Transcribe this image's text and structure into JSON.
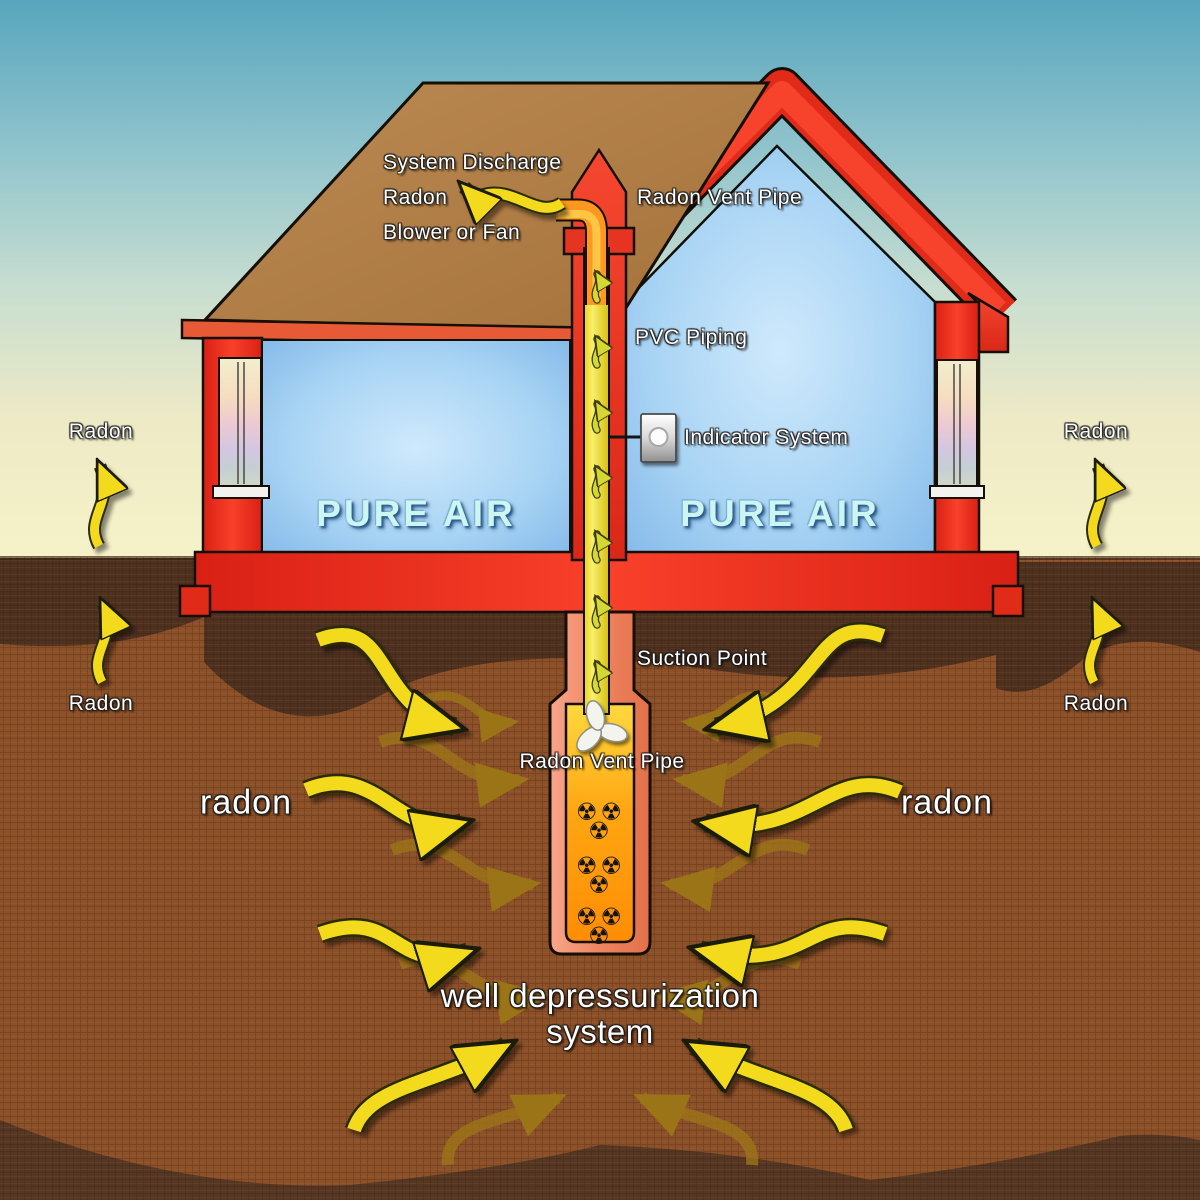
{
  "labels": {
    "system_discharge": "System Discharge",
    "radon_discharge": "Radon",
    "blower_or_fan": "Blower or Fan",
    "radon_vent_pipe_roof": "Radon Vent Pipe",
    "pvc_piping": "PVC Piping",
    "indicator_system": "Indicator System",
    "pure_air_left": "PURE AIR",
    "pure_air_right": "PURE AIR",
    "radon_outdoor_left": "Radon",
    "radon_outdoor_right": "Radon",
    "radon_ground_left": "Radon",
    "radon_ground_right": "Radon",
    "suction_point": "Suction Point",
    "radon_vent_pipe_well": "Radon Vent Pipe",
    "radon_soil_left": "radon",
    "radon_soil_right": "radon",
    "well_system_line1": "well depressurization",
    "well_system_line2": "system"
  },
  "icons": {
    "radiation": "☢"
  },
  "colors": {
    "sky_top": "#58a5bd",
    "sky_horizon": "#f6f2c8",
    "soil": "#8d5129",
    "soil_dark": "#4f3120",
    "wall_red": "#e8281c",
    "roof_brown": "#b27f46",
    "room_blue": "#a9d4f4",
    "pipe_yellow": "#f2e43a",
    "well_orange": "#ff9d12",
    "casing_salmon": "#ef8a64",
    "arrow_yellow": "#f3da1d",
    "arrow_olive": "#9c7418",
    "pure_air_text": "#cdf6f2"
  }
}
